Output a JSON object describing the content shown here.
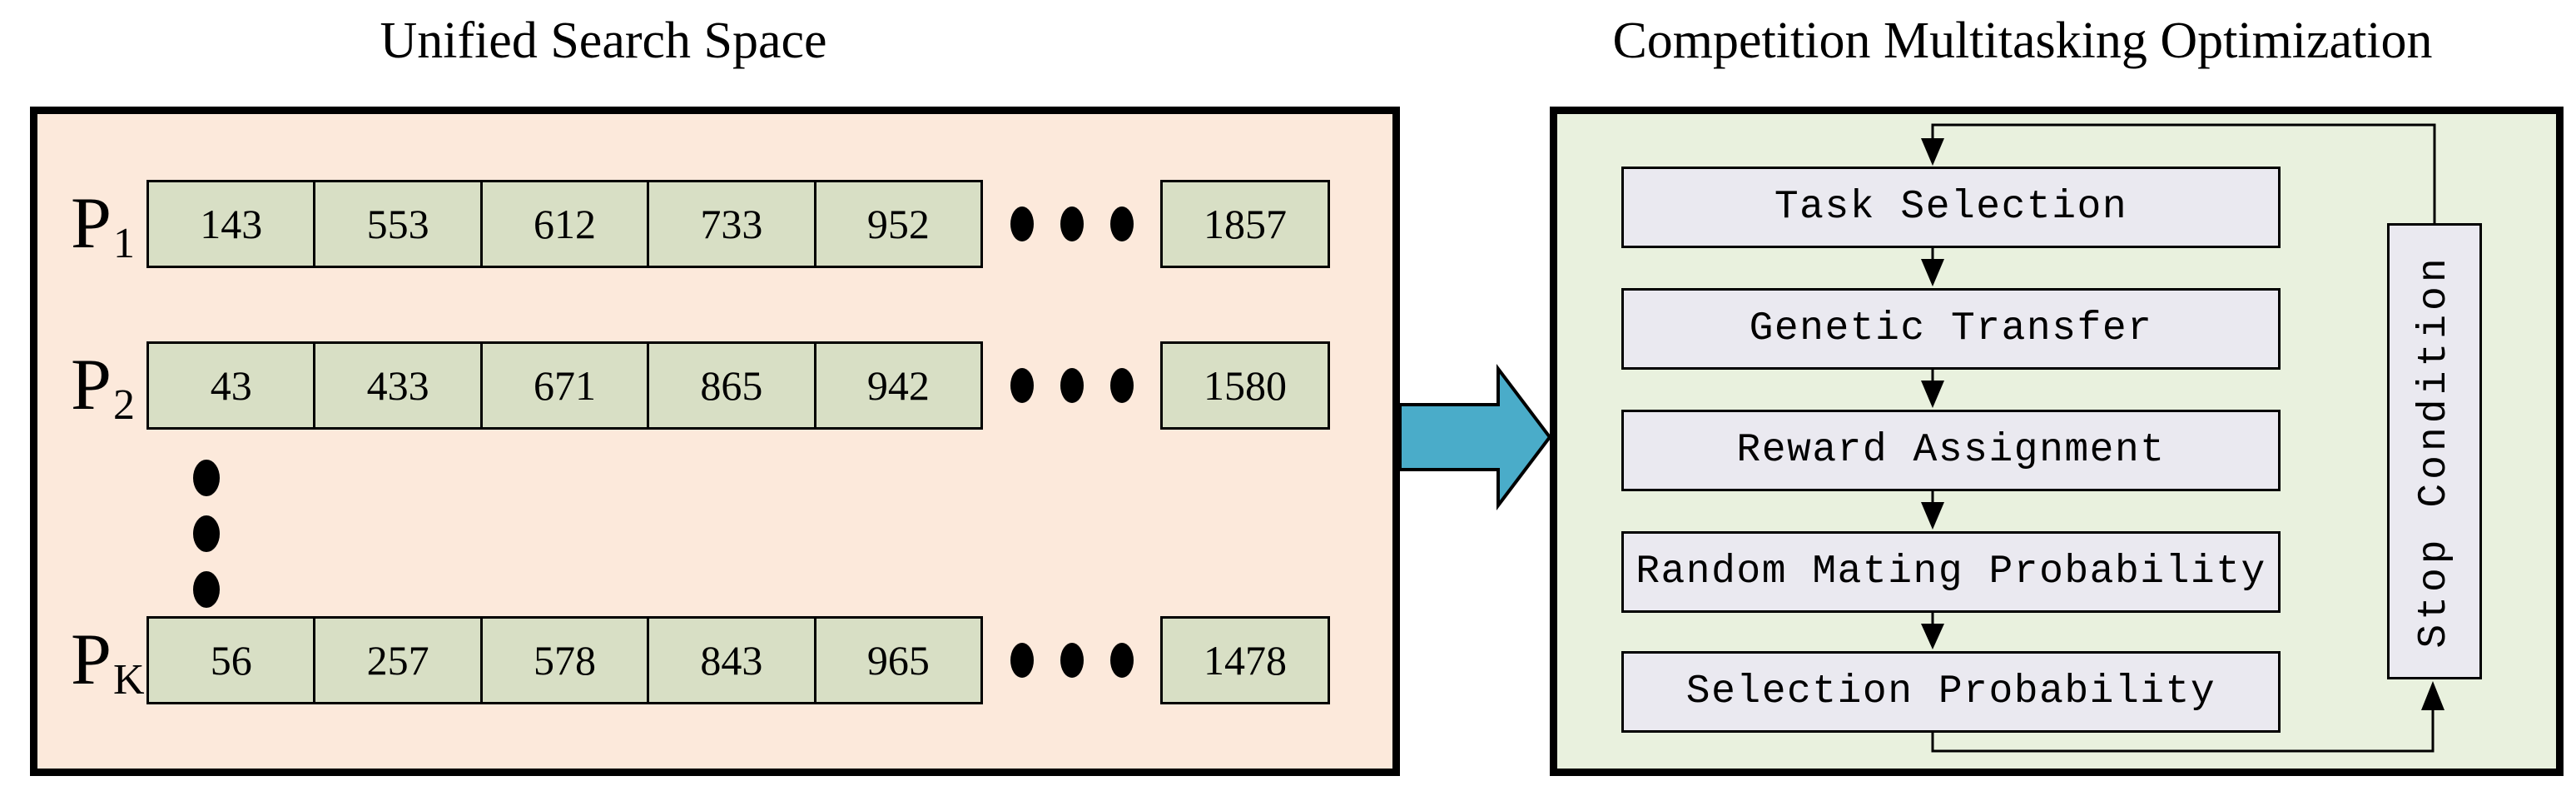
{
  "left_panel": {
    "title": "Unified Search Space",
    "rows": [
      {
        "label": "P",
        "subscript": "1",
        "values": [
          "143",
          "553",
          "612",
          "733",
          "952"
        ],
        "last_value": "1857"
      },
      {
        "label": "P",
        "subscript": "2",
        "values": [
          "43",
          "433",
          "671",
          "865",
          "942"
        ],
        "last_value": "1580"
      },
      {
        "label": "P",
        "subscript": "K",
        "values": [
          "56",
          "257",
          "578",
          "843",
          "965"
        ],
        "last_value": "1478"
      }
    ]
  },
  "right_panel": {
    "title": "Competition Multitasking Optimization",
    "steps": [
      "Task Selection",
      "Genetic Transfer",
      "Reward Assignment",
      "Random Mating Probability",
      "Selection Probability"
    ],
    "stop_condition_label": "Stop Condition"
  },
  "colors": {
    "left-panel-bg": "#fce9db",
    "cell-bg": "#d8dfc5",
    "right-panel-bg": "#e9f1de",
    "step-box-bg": "#eae9f0",
    "arrow-fill": "#4aacc9",
    "line": "#000000"
  }
}
